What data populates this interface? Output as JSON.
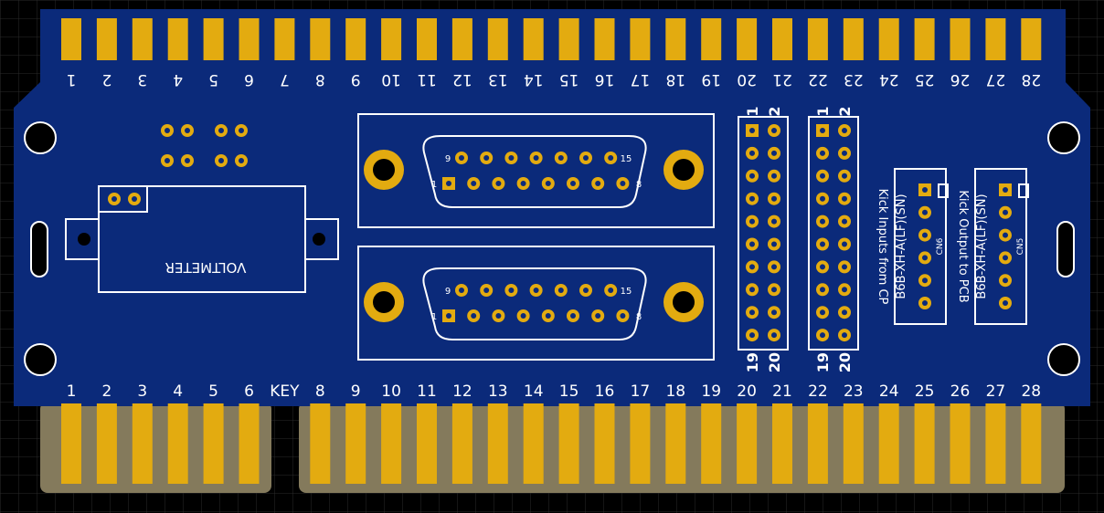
{
  "colors": {
    "background": "#000000",
    "grid": "#2a2a2a",
    "board": "#0b2a7a",
    "copper": "#e3ab10",
    "finger_base": "#847a5c",
    "silk": "#ffffff"
  },
  "top_pins": [
    "1",
    "2",
    "3",
    "4",
    "5",
    "6",
    "7",
    "8",
    "9",
    "10",
    "11",
    "12",
    "13",
    "14",
    "15",
    "16",
    "17",
    "18",
    "19",
    "20",
    "21",
    "22",
    "23",
    "24",
    "25",
    "26",
    "27",
    "28"
  ],
  "bottom_pins": [
    "1",
    "2",
    "3",
    "4",
    "5",
    "6",
    "KEY",
    "8",
    "9",
    "10",
    "11",
    "12",
    "13",
    "14",
    "15",
    "16",
    "17",
    "18",
    "19",
    "20",
    "21",
    "22",
    "23",
    "24",
    "25",
    "26",
    "27",
    "28"
  ],
  "voltmeter_label": "VOLTMETER",
  "db15": {
    "top_row": [
      "9",
      "15"
    ],
    "bottom_row": [
      "1",
      "8"
    ]
  },
  "header_labels": {
    "top_left": "1",
    "top_right": "2",
    "bottom_left": "19",
    "bottom_right": "20"
  },
  "cn6": {
    "ref": "CN6",
    "part": "B6B-XH-A(LF)(SN)",
    "title": "Kick Inputs from CP"
  },
  "cn5": {
    "ref": "CN5",
    "part": "B6B-XH-A(LF)(SN)",
    "title": "Kick Output to PCB"
  }
}
